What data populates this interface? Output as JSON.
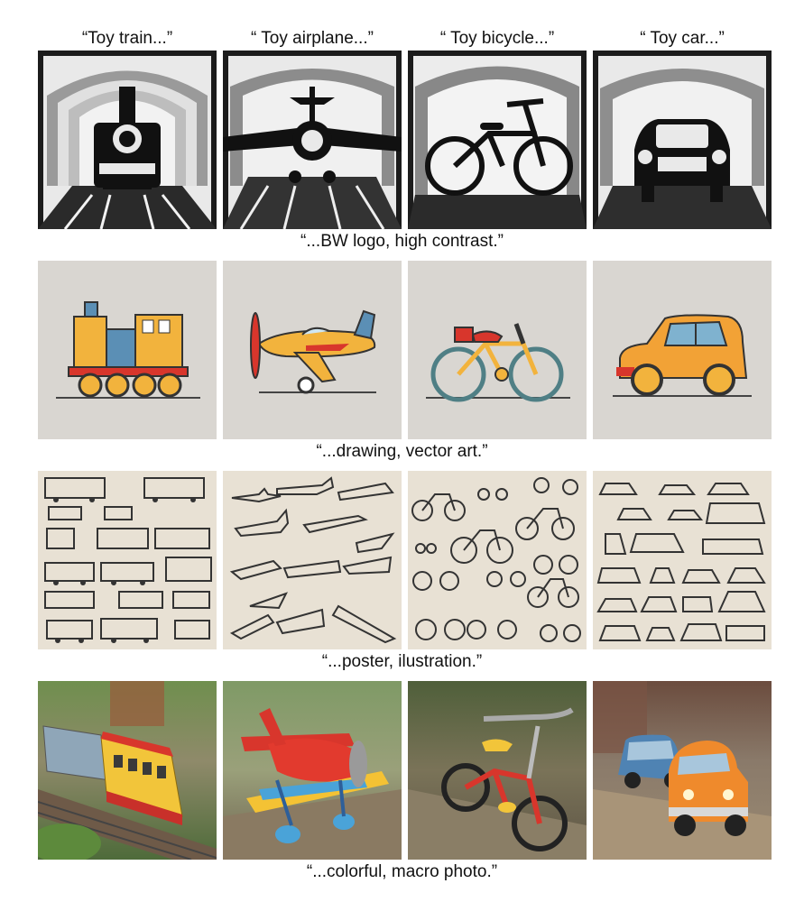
{
  "columns": [
    "“Toy train...”",
    "“ Toy airplane...”",
    "“ Toy bicycle...”",
    "“ Toy car...”"
  ],
  "rows": [
    {
      "caption": "“...BW logo, high contrast.”",
      "style": "bw-logo",
      "tiles": [
        "train-bw-logo",
        "airplane-bw-logo",
        "bicycle-bw-logo",
        "car-bw-logo"
      ]
    },
    {
      "caption": "“...drawing, vector art.”",
      "style": "vector-art",
      "tiles": [
        "train-vector-art",
        "airplane-vector-art",
        "bicycle-vector-art",
        "car-vector-art"
      ]
    },
    {
      "caption": "“...poster, ilustration.”",
      "style": "poster",
      "tiles": [
        "train-poster",
        "airplane-poster",
        "bicycle-poster",
        "car-poster"
      ]
    },
    {
      "caption": "“...colorful, macro photo.”",
      "style": "macro-photo",
      "tiles": [
        "train-macro-photo",
        "airplane-macro-photo",
        "bicycle-macro-photo",
        "car-macro-photo"
      ]
    }
  ],
  "colors": {
    "bw_background": "#1c1c1c",
    "vector_background": "#d9d6d1",
    "poster_background": "#e8e1d4",
    "photo_foliage": "#6f8f4e",
    "toy_yellow": "#f2b33d",
    "toy_red": "#d8362c",
    "toy_blue": "#5b8fb5"
  }
}
